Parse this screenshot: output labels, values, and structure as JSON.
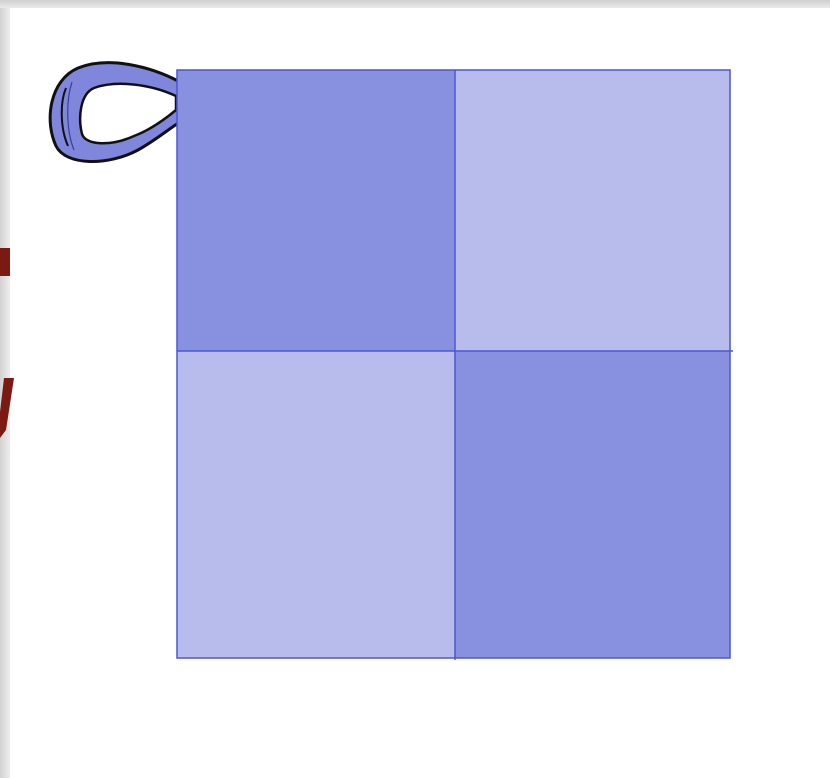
{
  "diagram": {
    "type": "checkerboard-2x2",
    "cells": [
      {
        "row": 0,
        "col": 0,
        "shade": "dark"
      },
      {
        "row": 0,
        "col": 1,
        "shade": "light"
      },
      {
        "row": 1,
        "col": 0,
        "shade": "light"
      },
      {
        "row": 1,
        "col": 1,
        "shade": "dark"
      }
    ]
  },
  "colors": {
    "dark_cell": "#8890e0",
    "light_cell": "#b8bced",
    "grid_line": "#4d55d8",
    "loop_fill": "#7f86dc",
    "loop_outline": "#111111",
    "side_mark": "#7a1a12",
    "background": "#ffffff"
  },
  "decorations": [
    {
      "name": "hanging-loop-icon"
    },
    {
      "name": "side-text-fragment"
    }
  ]
}
